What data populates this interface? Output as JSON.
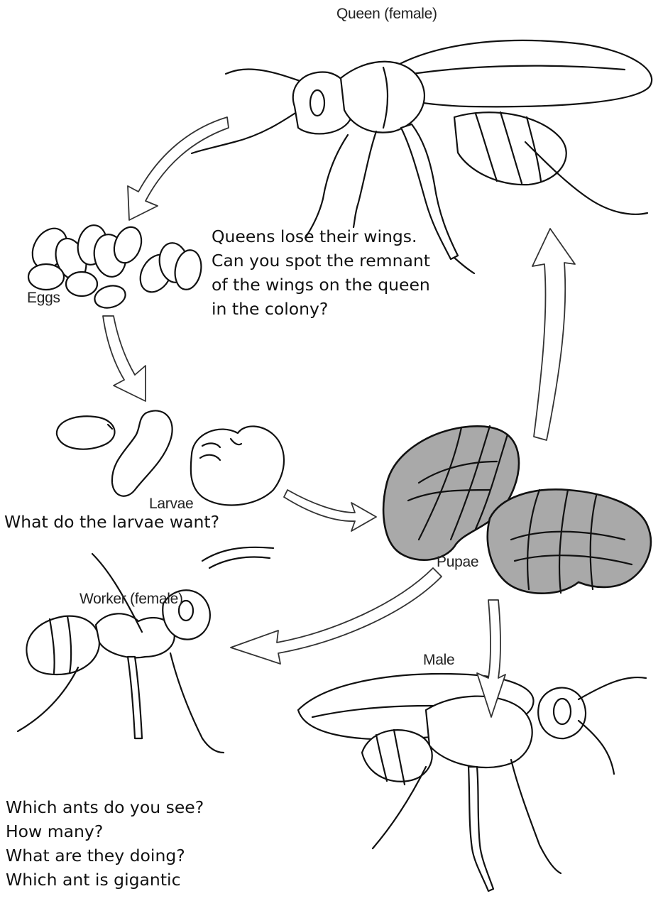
{
  "labels": {
    "queen": "Queen (female)",
    "eggs": "Eggs",
    "larvae": "Larvae",
    "pupae": "Pupae",
    "worker": "Worker (female)",
    "male": "Male"
  },
  "notes": {
    "queen_wings": [
      "Queens lose their wings.",
      "Can you spot the remnant",
      "of the wings on the queen",
      "in the colony?"
    ],
    "larvae_question": "What do the larvae want?",
    "observation_questions": [
      "Which ants do you see?",
      "How many?",
      "What are they doing?",
      "Which ant is gigantic"
    ]
  }
}
